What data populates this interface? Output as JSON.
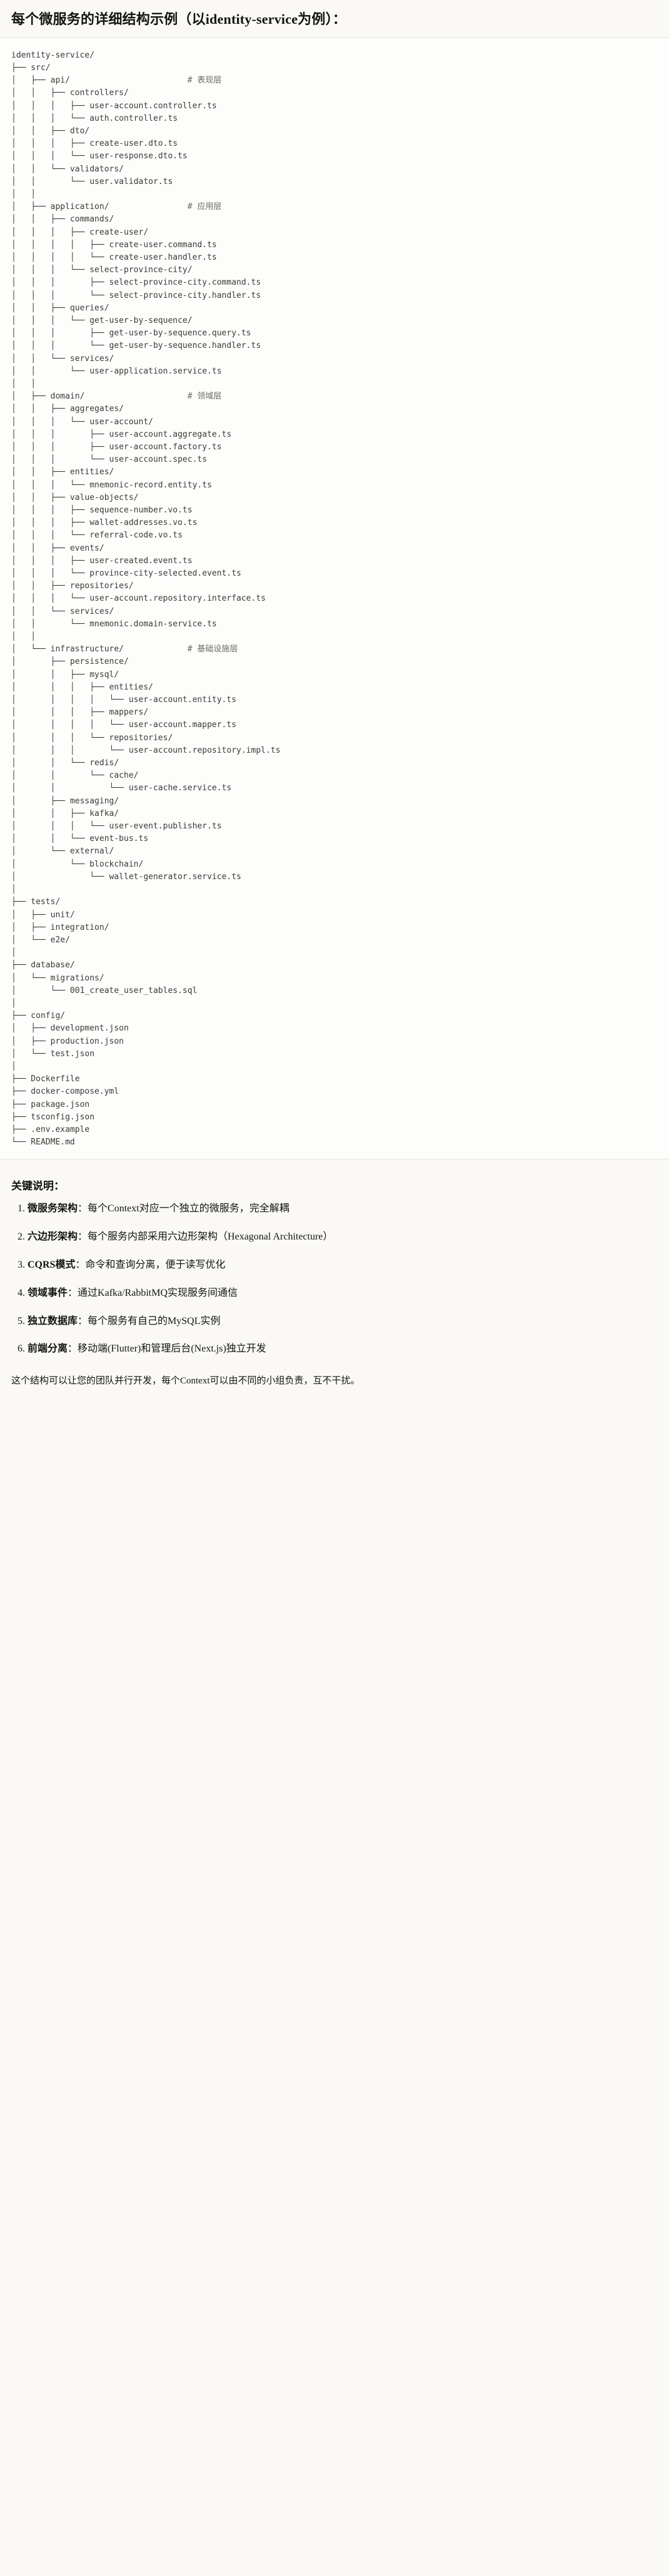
{
  "title": "每个微服务的详细结构示例（以identity-service为例）：",
  "tree": {
    "root": "identity-service/",
    "text": "identity-service/\n├── src/\n│   ├── api/                        # 表现层\n│   │   ├── controllers/\n│   │   │   ├── user-account.controller.ts\n│   │   │   └── auth.controller.ts\n│   │   ├── dto/\n│   │   │   ├── create-user.dto.ts\n│   │   │   └── user-response.dto.ts\n│   │   └── validators/\n│   │       └── user.validator.ts\n│   │\n│   ├── application/                # 应用层\n│   │   ├── commands/\n│   │   │   ├── create-user/\n│   │   │   │   ├── create-user.command.ts\n│   │   │   │   └── create-user.handler.ts\n│   │   │   └── select-province-city/\n│   │   │       ├── select-province-city.command.ts\n│   │   │       └── select-province-city.handler.ts\n│   │   ├── queries/\n│   │   │   └── get-user-by-sequence/\n│   │   │       ├── get-user-by-sequence.query.ts\n│   │   │       └── get-user-by-sequence.handler.ts\n│   │   └── services/\n│   │       └── user-application.service.ts\n│   │\n│   ├── domain/                     # 领域层\n│   │   ├── aggregates/\n│   │   │   └── user-account/\n│   │   │       ├── user-account.aggregate.ts\n│   │   │       ├── user-account.factory.ts\n│   │   │       └── user-account.spec.ts\n│   │   ├── entities/\n│   │   │   └── mnemonic-record.entity.ts\n│   │   ├── value-objects/\n│   │   │   ├── sequence-number.vo.ts\n│   │   │   ├── wallet-addresses.vo.ts\n│   │   │   └── referral-code.vo.ts\n│   │   ├── events/\n│   │   │   ├── user-created.event.ts\n│   │   │   └── province-city-selected.event.ts\n│   │   ├── repositories/\n│   │   │   └── user-account.repository.interface.ts\n│   │   └── services/\n│   │       └── mnemonic.domain-service.ts\n│   │\n│   └── infrastructure/             # 基础设施层\n│       ├── persistence/\n│       │   ├── mysql/\n│       │   │   ├── entities/\n│       │   │   │   └── user-account.entity.ts\n│       │   │   ├── mappers/\n│       │   │   │   └── user-account.mapper.ts\n│       │   │   └── repositories/\n│       │   │       └── user-account.repository.impl.ts\n│       │   └── redis/\n│       │       └── cache/\n│       │           └── user-cache.service.ts\n│       ├── messaging/\n│       │   ├── kafka/\n│       │   │   └── user-event.publisher.ts\n│       │   └── event-bus.ts\n│       └── external/\n│           └── blockchain/\n│               └── wallet-generator.service.ts\n│\n├── tests/\n│   ├── unit/\n│   ├── integration/\n│   └── e2e/\n│\n├── database/\n│   └── migrations/\n│       └── 001_create_user_tables.sql\n│\n├── config/\n│   ├── development.json\n│   ├── production.json\n│   └── test.json\n│\n├── Dockerfile\n├── docker-compose.yml\n├── package.json\n├── tsconfig.json\n├── .env.example\n└── README.md",
    "layer_comments": [
      {
        "path": "api/",
        "comment": "# 表现层"
      },
      {
        "path": "application/",
        "comment": "# 应用层"
      },
      {
        "path": "domain/",
        "comment": "# 领域层"
      },
      {
        "path": "infrastructure/",
        "comment": "# 基础设施层"
      }
    ]
  },
  "notes": {
    "heading": "关键说明：",
    "items": [
      {
        "num": "1.",
        "term": "微服务架构",
        "sep": "：",
        "desc": "每个Context对应一个独立的微服务，完全解耦"
      },
      {
        "num": "2.",
        "term": "六边形架构",
        "sep": "：",
        "desc": "每个服务内部采用六边形架构（Hexagonal Architecture）"
      },
      {
        "num": "3.",
        "term": "CQRS模式",
        "sep": "：",
        "desc": "命令和查询分离，便于读写优化"
      },
      {
        "num": "4.",
        "term": "领域事件",
        "sep": "：",
        "desc": "通过Kafka/RabbitMQ实现服务间通信"
      },
      {
        "num": "5.",
        "term": "独立数据库",
        "sep": "：",
        "desc": "每个服务有自己的MySQL实例"
      },
      {
        "num": "6.",
        "term": "前端分离",
        "sep": "：",
        "desc": "移动端(Flutter)和管理后台(Next.js)独立开发"
      }
    ],
    "closing": "这个结构可以让您的团队并行开发，每个Context可以由不同的小组负责，互不干扰。"
  },
  "colors": {
    "page_bg": "#faf9f5",
    "code_bg": "#fdfdfb",
    "code_border": "#e6e4dd",
    "text": "#141413",
    "code_text": "#3a3a38",
    "comment_text": "#6b6a64"
  }
}
